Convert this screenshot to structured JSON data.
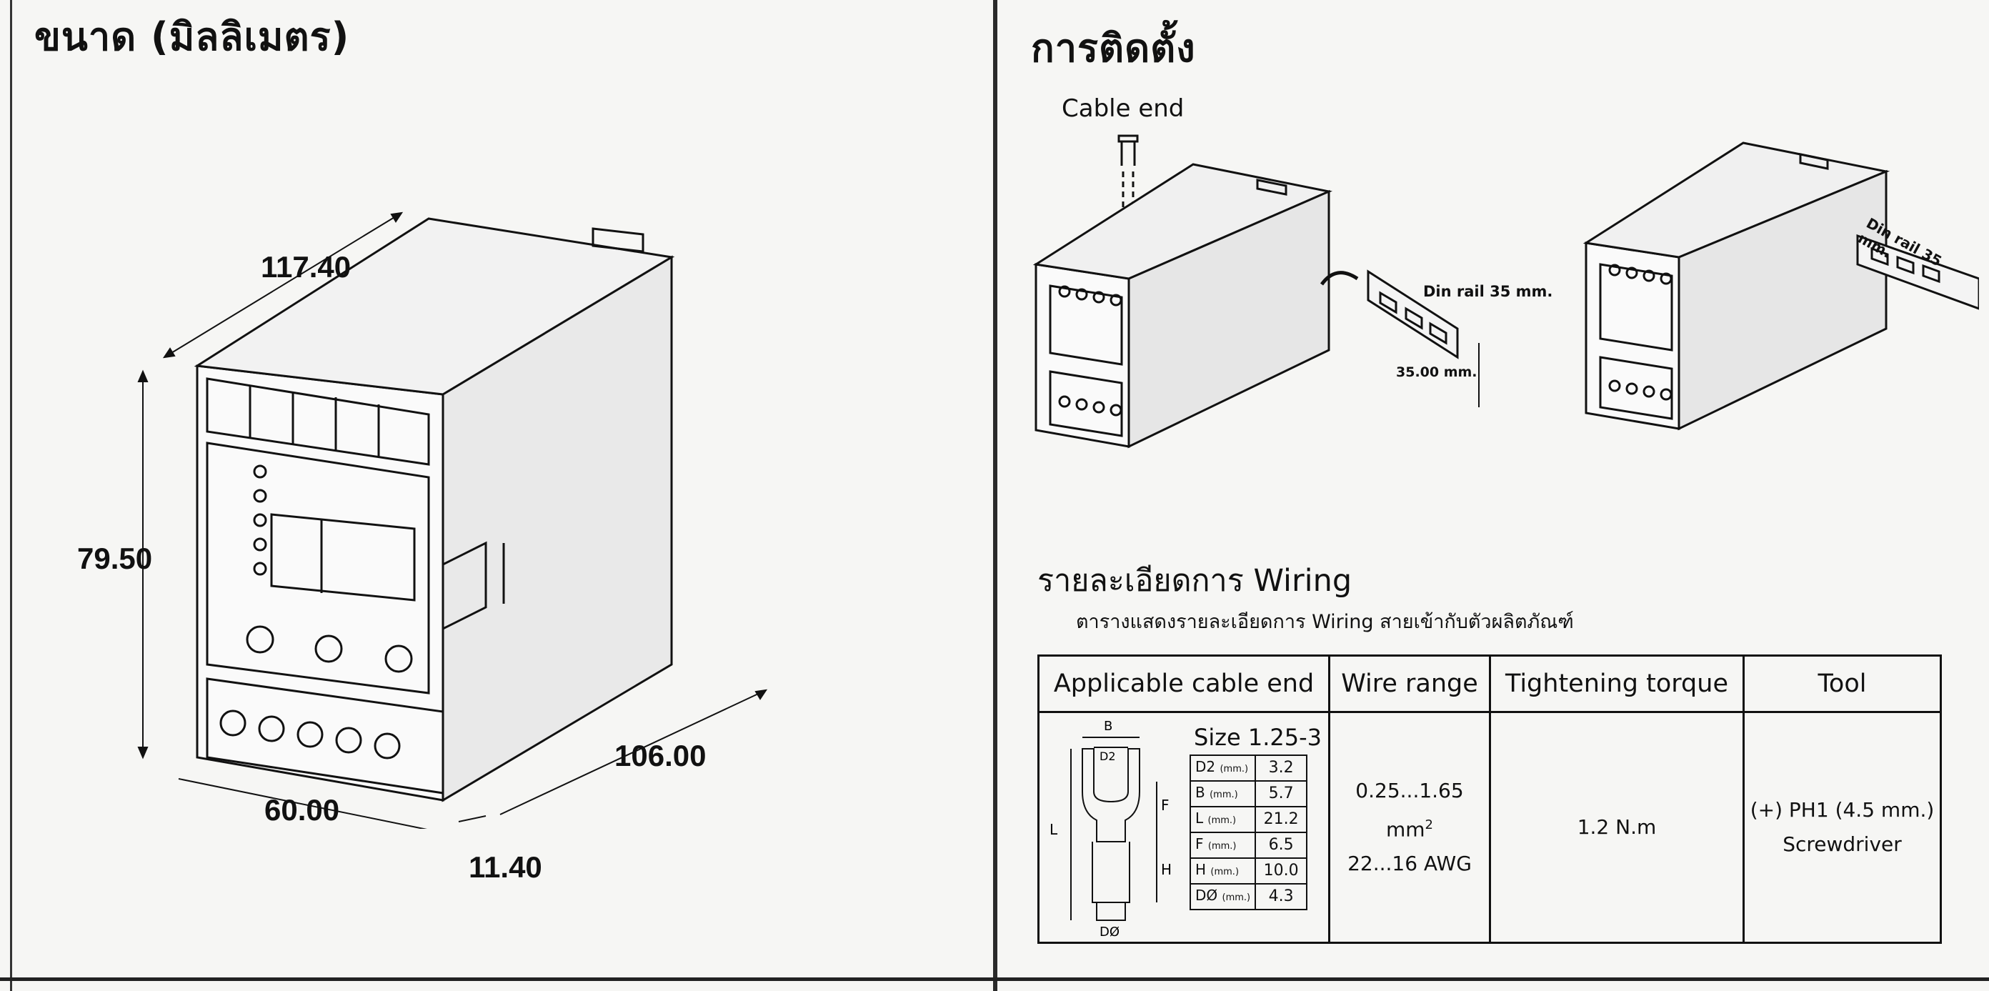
{
  "left_page": {
    "heading": "ขนาด (มิลลิเมตร)",
    "dimensions": {
      "length": "117.40",
      "height": "79.50",
      "width": "60.00",
      "depth": "106.00",
      "offset": "11.40"
    }
  },
  "right_page": {
    "heading": "การติดตั้ง",
    "install_figure": {
      "cable_end_label": "Cable end",
      "rail_label_1": "Din rail 35 mm.",
      "rail_height_label": "35.00 mm.",
      "rail_label_2": "Din rail 35 mm."
    },
    "wiring": {
      "title": "รายละเอียดการ Wiring",
      "subtitle": "ตารางแสดงรายละเอียดการ Wiring สายเข้ากับตัวผลิตภัณฑ์",
      "columns": [
        "Applicable cable end",
        "Wire range",
        "Tightening torque",
        "Tool"
      ],
      "size_label": "Size 1.25-3",
      "lug_labels": {
        "b": "B",
        "d2": "D2",
        "l": "L",
        "f": "F",
        "h": "H",
        "dphi": "DØ"
      },
      "specs": [
        {
          "name": "D2",
          "unit": "(mm.)",
          "value": "3.2"
        },
        {
          "name": "B",
          "unit": "(mm.)",
          "value": "5.7"
        },
        {
          "name": "L",
          "unit": "(mm.)",
          "value": "21.2"
        },
        {
          "name": "F",
          "unit": "(mm.)",
          "value": "6.5"
        },
        {
          "name": "H",
          "unit": "(mm.)",
          "value": "10.0"
        },
        {
          "name": "DØ",
          "unit": "(mm.)",
          "value": "4.3"
        }
      ],
      "wire_range_line1": "0.25...1.65 mm",
      "wire_range_sup": "2",
      "wire_range_line2": "22...16 AWG",
      "torque": "1.2 N.m",
      "tool_line1": "(+) PH1 (4.5 mm.)",
      "tool_line2": "Screwdriver"
    }
  }
}
